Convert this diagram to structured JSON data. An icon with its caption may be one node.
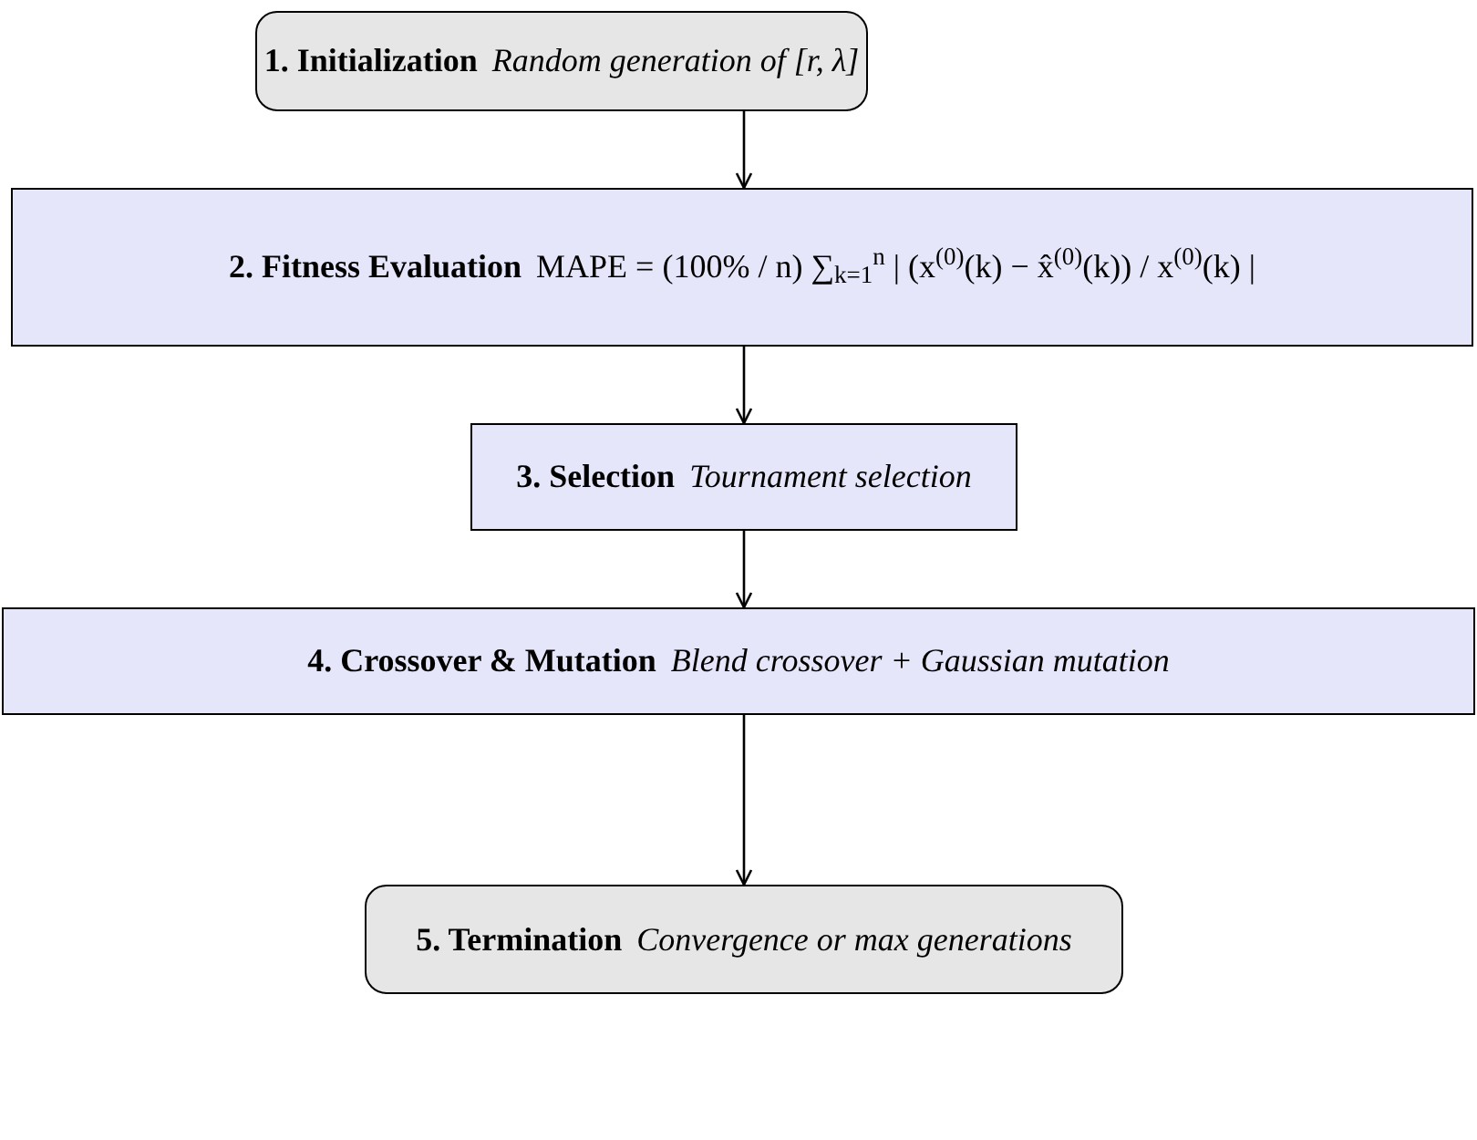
{
  "diagram": {
    "nodes": [
      {
        "text": [
          "1. Initialization",
          "Random generation of [r, λ]"
        ]
      },
      {
        "text": [
          "2. Fitness Evaluation",
          "MAPE = (100% / n) ∑$_{k=1}$$^{n}$ | (x$^{(0)}$(k) − x̂$^{(0)}$(k)) / x$^{(0)}$(k) |"
        ]
      },
      {
        "text": [
          "3. Selection",
          "Tournament selection"
        ]
      },
      {
        "text": [
          "4. Crossover & Mutation",
          "Blend crossover + Gaussian mutation"
        ]
      },
      {
        "text": [
          "5. Termination",
          "Convergence or max generations"
        ]
      }
    ],
    "edges": [
      {
        "from": 0,
        "to": 1,
        "arrow": "to"
      },
      {
        "from": 1,
        "to": 2,
        "arrow": "to"
      },
      {
        "from": 2,
        "to": 3,
        "arrow": "to"
      },
      {
        "from": 3,
        "to": 4,
        "arrow": "to"
      }
    ]
  }
}
